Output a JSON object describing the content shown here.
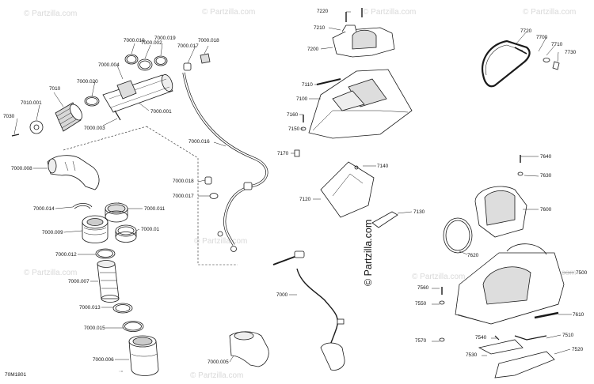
{
  "diagram_code": "70M1801",
  "brand": "© Partzilla.com",
  "watermark_text": "© Partzilla.com",
  "colors": {
    "line": "#1a1a1a",
    "fill": "#ffffff",
    "shade": "#bfbfbf",
    "watermark": "#d9d9d9"
  },
  "callouts": {
    "p7220": "7220",
    "p7210": "7210",
    "p7200": "7200",
    "p7110": "7110",
    "p7100": "7100",
    "p7160": "7160",
    "p7150": "7150",
    "p7170": "7170",
    "p7140": "7140",
    "p7120": "7120",
    "p7130": "7130",
    "p7720": "7720",
    "p7700": "7700",
    "p7710": "7710",
    "p7730": "7730",
    "p7640": "7640",
    "p7630": "7630",
    "p7600": "7600",
    "p7620": "7620",
    "p7500": "7500",
    "p7560": "7560",
    "p7550": "7550",
    "p7610": "7610",
    "p7570": "7570",
    "p7540": "7540",
    "p7510": "7510",
    "p7530": "7530",
    "p7520": "7520",
    "p7000": "7000",
    "p7000_019a": "7000.019",
    "p7000_002": "7000.002",
    "p7000_019b": "7000.019",
    "p7000_018top": "7000.018",
    "p7000_017top": "7000.017",
    "p7000_004": "7000.004",
    "p7010": "7010",
    "p7000_020": "7000.020",
    "p7010_001": "7010.001",
    "p7030": "7030",
    "p7000_001": "7000.001",
    "p7000_003": "7000.003",
    "p7000_016": "7000.016",
    "p7000_008": "7000.008",
    "p7000_018": "7000.018",
    "p7000_017": "7000.017",
    "p7000_014": "7000.014",
    "p7000_011": "7000.011",
    "p7000_009": "7000.009",
    "p7000_01": "7000.01",
    "p7000_012": "7000.012",
    "p7000_007": "7000.007",
    "p7000_013": "7000.013",
    "p7000_015": "7000.015",
    "p7000_006": "7000.006",
    "p7000_005": "7000.005"
  }
}
